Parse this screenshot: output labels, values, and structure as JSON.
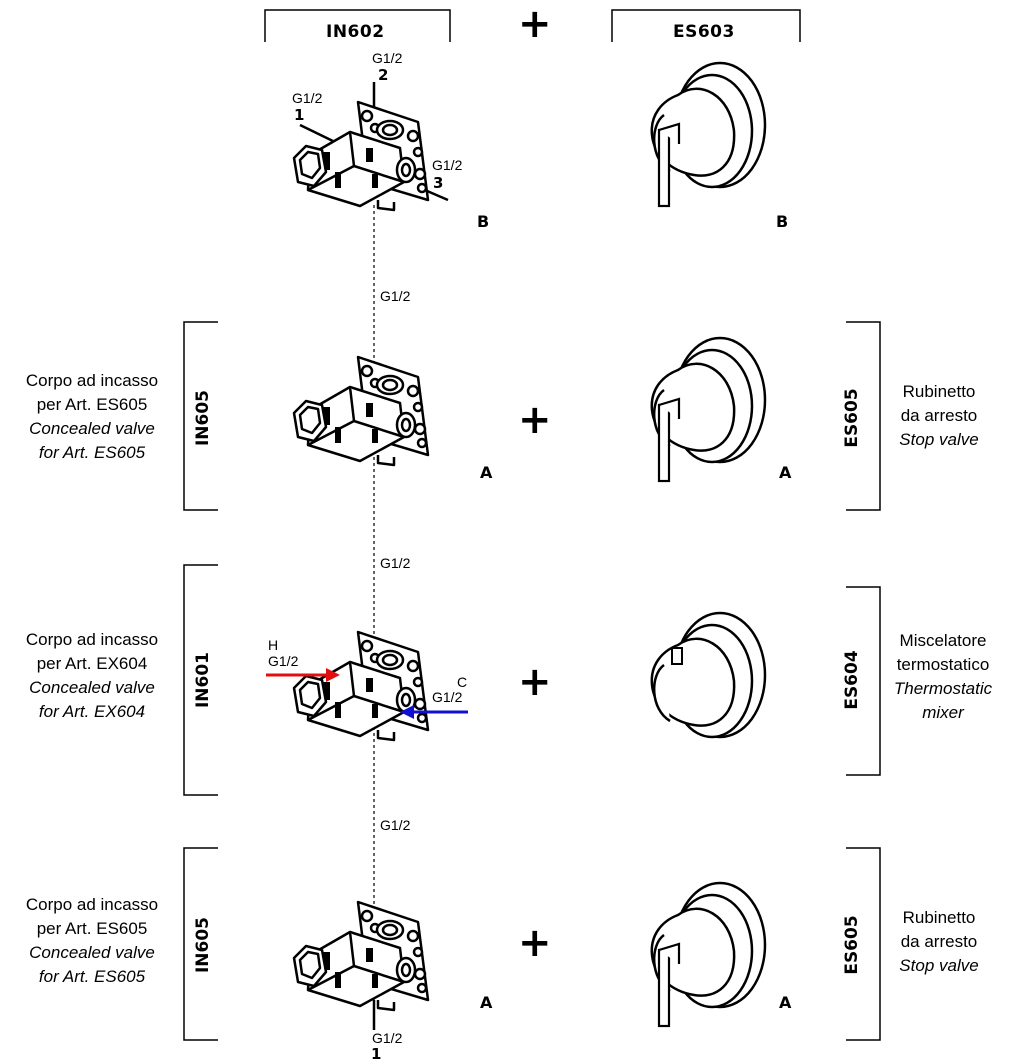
{
  "top": {
    "left_code": "IN602",
    "right_code": "ES603",
    "plus": "+",
    "left_letter": "B",
    "right_letter": "B",
    "ports": [
      {
        "size": "G1/2",
        "num": "1"
      },
      {
        "size": "G1/2",
        "num": "2"
      },
      {
        "size": "G1/2",
        "num": "3"
      }
    ]
  },
  "connectors": [
    "G1/2",
    "G1/2",
    "G1/2"
  ],
  "rows": [
    {
      "left_code": "IN605",
      "left_desc_it": "Corpo ad incasso",
      "left_desc_it2": "per Art. ES605",
      "left_desc_en": "Concealed valve",
      "left_desc_en2": "for Art. ES605",
      "right_code": "ES605",
      "right_desc_it": "Rubinetto",
      "right_desc_it2": "da arresto",
      "right_desc_en": "Stop valve",
      "plus": "+",
      "left_letter": "A",
      "right_letter": "A"
    },
    {
      "left_code": "IN601",
      "left_desc_it": "Corpo ad incasso",
      "left_desc_it2": "per Art. EX604",
      "left_desc_en": "Concealed valve",
      "left_desc_en2": "for Art. EX604",
      "right_code": "ES604",
      "right_desc_it": "Miscelatore",
      "right_desc_it2": "termostatico",
      "right_desc_en": "Thermostatic",
      "right_desc_en2": "mixer",
      "plus": "+",
      "hot_label": "H",
      "hot_size": "G1/2",
      "cold_label": "C",
      "cold_size": "G1/2",
      "hot_color": "#e01010",
      "cold_color": "#1010d0"
    },
    {
      "left_code": "IN605",
      "left_desc_it": "Corpo ad incasso",
      "left_desc_it2": "per Art. ES605",
      "left_desc_en": "Concealed valve",
      "left_desc_en2": "for Art. ES605",
      "right_code": "ES605",
      "right_desc_it": "Rubinetto",
      "right_desc_it2": "da arresto",
      "right_desc_en": "Stop valve",
      "plus": "+",
      "left_letter": "A",
      "right_letter": "A",
      "bottom_port_size": "G1/2",
      "bottom_port_num": "1"
    }
  ]
}
